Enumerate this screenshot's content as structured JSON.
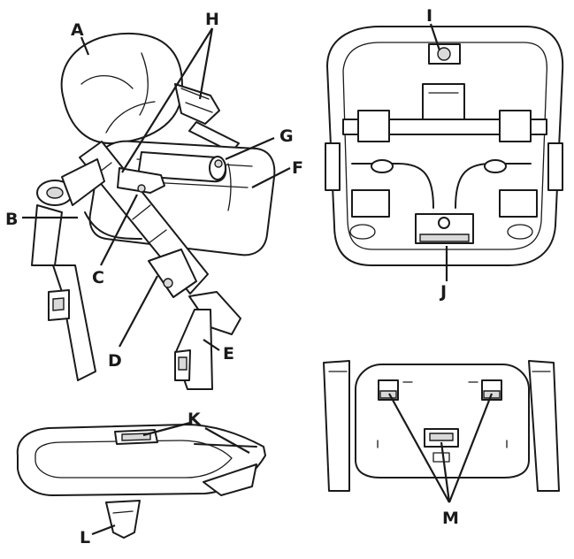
{
  "labels": {
    "A": "A",
    "B": "B",
    "C": "C",
    "D": "D",
    "E": "E",
    "F": "F",
    "G": "G",
    "H": "H",
    "I": "I",
    "J": "J",
    "K": "K",
    "L": "L",
    "M": "M"
  },
  "colors": {
    "line": "#1a1a1a",
    "shade": "#d9d9d9",
    "background": "#ffffff"
  }
}
